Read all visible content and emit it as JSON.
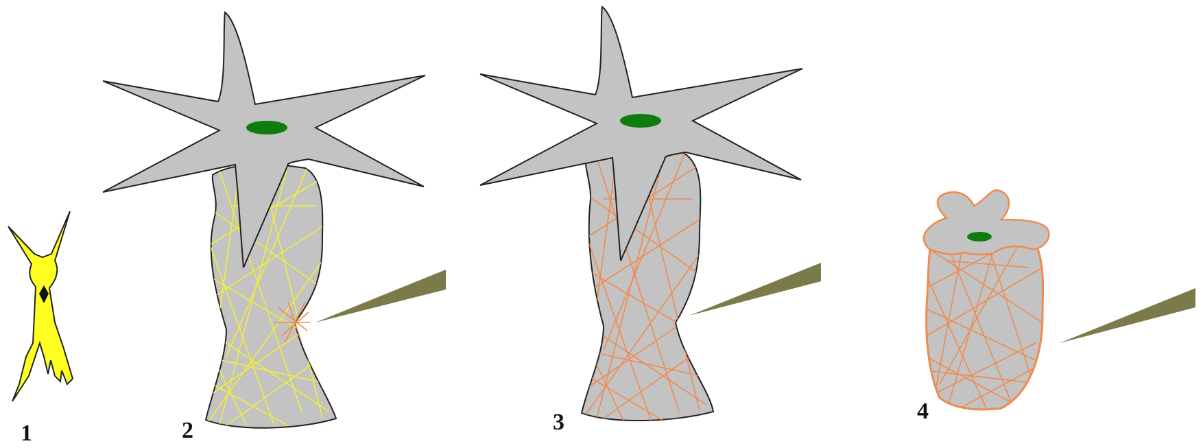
{
  "labels": {
    "stage_1": "1",
    "stage_2": "2",
    "stage_3": "3",
    "stage_4": "4"
  },
  "colors": {
    "background": "#ffffff",
    "cell_yellow": "#ffff22",
    "body_gray": "#c3c3c3",
    "outline": "#222222",
    "fibers_yellow": "#f2ee3a",
    "fibers_orange": "#f08a4f",
    "nucleus_green": "#0e7d0e",
    "needle": "#7a7a4a"
  },
  "icons": [
    "cell-icon",
    "hydra-polyp-icon",
    "contracted-polyp-icon",
    "needle-icon"
  ]
}
